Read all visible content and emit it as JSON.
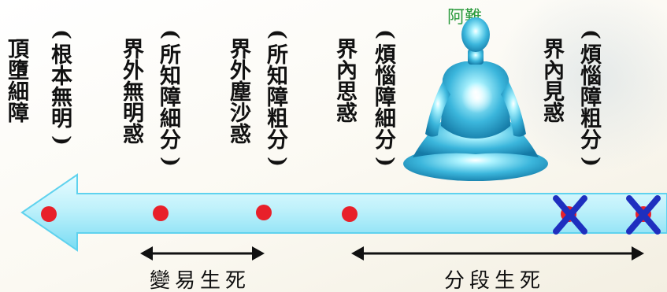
{
  "figure_label": "阿難",
  "columns": [
    {
      "id": "top-fine",
      "text": "頂墮細障",
      "paren": false
    },
    {
      "id": "fundamental-ignorance",
      "text": "根本無明",
      "paren": true
    },
    {
      "id": "outer-ignorance",
      "text": "界外無明惑",
      "paren": false
    },
    {
      "id": "cognitive-fine",
      "text": "所知障細分",
      "paren": true
    },
    {
      "id": "outer-dust",
      "text": "界外塵沙惑",
      "paren": false
    },
    {
      "id": "cognitive-coarse",
      "text": "所知障粗分",
      "paren": true
    },
    {
      "id": "inner-thought",
      "text": "界內思惑",
      "paren": false
    },
    {
      "id": "affliction-fine",
      "text": "煩惱障細分",
      "paren": true
    },
    {
      "id": "inner-view",
      "text": "界內見惑",
      "paren": false
    },
    {
      "id": "affliction-coarse",
      "text": "煩惱障粗分",
      "paren": true
    }
  ],
  "brackets": [
    {
      "label": "變易生死"
    },
    {
      "label": "分段生死"
    }
  ],
  "colors": {
    "arrow_light": "#e6fbff",
    "arrow_mid": "#8fe6f8",
    "arrow_edge": "#45c9ea",
    "dot": "#e8202a",
    "cross": "#1e2fbf",
    "meditator_light": "#d6fbff",
    "meditator_dark": "#1a8ab8",
    "ananda_label": "#2a9a3c"
  }
}
